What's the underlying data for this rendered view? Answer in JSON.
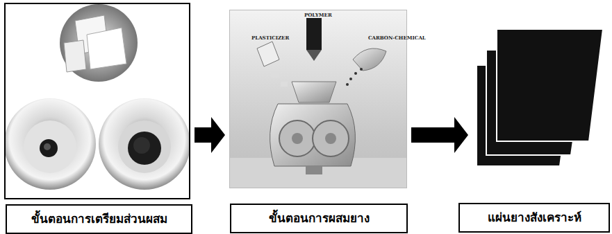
{
  "diagram": {
    "nodes": [
      {
        "text": [
          "ขั้นตอนการเตรียมส่วนผสม"
        ]
      },
      {
        "text": [
          "ขั้นตอนการผสมยาง"
        ]
      },
      {
        "text": [
          "แผ่นยางสังเคราะห์"
        ]
      }
    ],
    "edges": [
      {
        "from": 0,
        "to": 1,
        "arrow": "to"
      },
      {
        "from": 1,
        "to": 2,
        "arrow": "to"
      }
    ],
    "labels": [
      "POLYMER",
      "PLASTICIZER",
      "CARBON-CHEMICAL"
    ]
  }
}
